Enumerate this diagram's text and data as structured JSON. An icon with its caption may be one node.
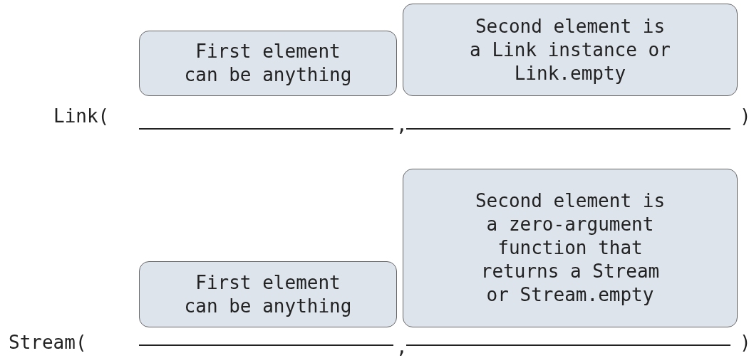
{
  "diagram": {
    "nodes": [
      {
        "text": [
          "First element can be anything"
        ]
      },
      {
        "text": [
          "Second element is a Link instance or Link.empty"
        ]
      },
      {
        "text": [
          "First element can be anything"
        ]
      },
      {
        "text": [
          "Second element is a zero-argument function that returns a Stream or Stream.empty"
        ]
      }
    ],
    "labels": [
      "Link(",
      ",",
      ")",
      "Stream(",
      ",",
      ")"
    ]
  }
}
